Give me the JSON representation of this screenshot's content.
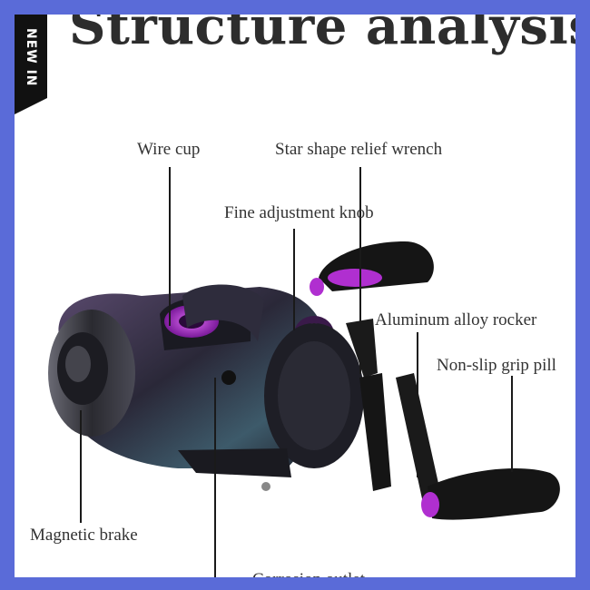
{
  "title": "Structure analysis",
  "ribbon": {
    "text": "NEW IN"
  },
  "labels": {
    "wire_cup": "Wire cup",
    "star_wrench": "Star shape relief wrench",
    "fine_knob": "Fine adjustment knob",
    "rocker": "Aluminum alloy rocker",
    "grip": "Non-slip grip pill",
    "magnetic_brake": "Magnetic brake",
    "cut_off": "Corrosion outlet"
  },
  "colors": {
    "frame_border": "#5a6bd8",
    "ribbon": "#111111",
    "accent_purple": "#b02fd0",
    "reel_body": "#2b2a3a"
  }
}
